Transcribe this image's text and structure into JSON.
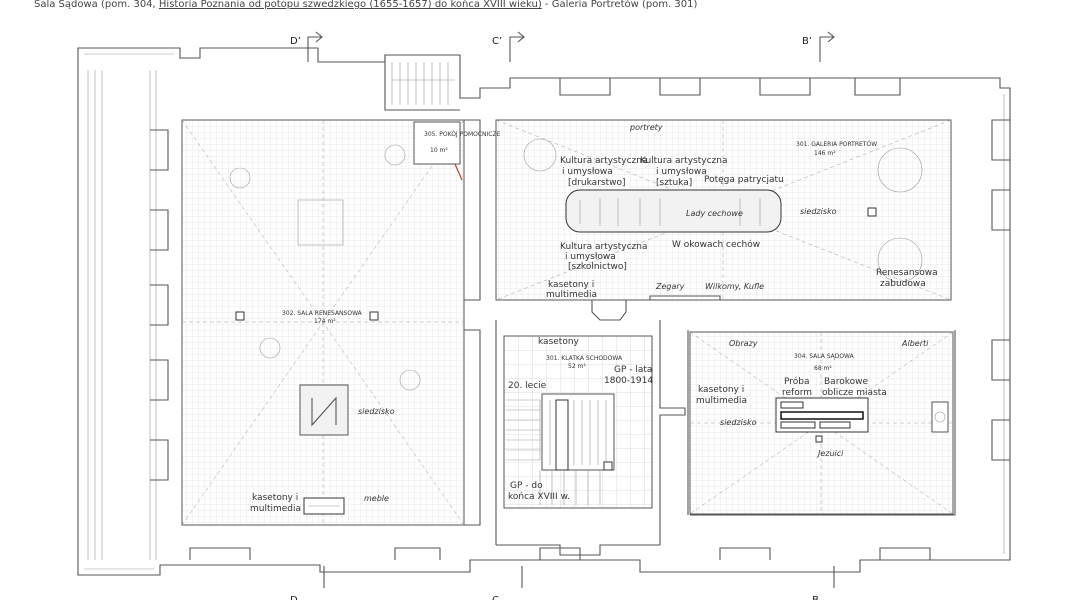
{
  "header": {
    "part1": "Sala Sądowa (pom. 304, ",
    "link": "Historia Poznania od potopu szwedzkiego (1655-1657) do końca XVIII wieku)",
    "part2": "  -  Galeria Portretów (pom. 301)"
  },
  "section_marks": {
    "top": [
      "D’",
      "C’",
      "B’"
    ],
    "bottom": [
      "D",
      "C",
      "B"
    ]
  },
  "rooms": {
    "room305": {
      "name": "305. POKÓJ POMOCNICZE",
      "area": "10 m²"
    },
    "room302": {
      "name": "302. SALA RENESANSOWA",
      "area": "174 m²",
      "seating": "siedzisko",
      "kasetony": [
        "kasetony i",
        "multimedia"
      ],
      "furniture": "meble"
    },
    "room301": {
      "name": "301. GALERIA PORTRETÓW",
      "area": "146 m²",
      "top_label": "portrety",
      "kultura_druk": [
        "Kultura artystyczna",
        "i umysłowa",
        "[drukarstwo]"
      ],
      "kultura_sztuka": [
        "Kultura artystyczna",
        "i umysłowa",
        "[sztuka]"
      ],
      "potega": "Potęga patrycjatu",
      "lady": "Lady cechowe",
      "seating": "siedzisko",
      "kultura_szkol": [
        "Kultura artystyczna",
        "i umysłowa",
        "[szkolnictwo]"
      ],
      "okowy": "W okowach cechów",
      "kasetony": [
        "kasetony i",
        "multimedia"
      ],
      "zegary": "Zegary",
      "wilkomy": "Wilkomy, Kufle",
      "renesans": [
        "Renesansowa",
        "zabudowa"
      ]
    },
    "stair": {
      "kasetony": "kasetony",
      "name": "301. KLATKA SCHODOWA",
      "area": "52 m²",
      "gp1": [
        "GP - lata",
        "1800-1914"
      ],
      "lecie": "20. lecie",
      "gp2": [
        "GP - do",
        "końca XVIII w."
      ]
    },
    "room304": {
      "name": "304. SALA SĄDOWA",
      "area": "68 m²",
      "obrazy": "Obrazy",
      "alberti": "Alberti",
      "kasetony": [
        "kasetony i",
        "multimedia"
      ],
      "proba": [
        "Próba",
        "reform"
      ],
      "barokowe": [
        "Barokowe",
        "oblicze miasta"
      ],
      "seating": "siedzisko",
      "jezuici": "Jezuici"
    }
  },
  "colors": {
    "wall": "#555555",
    "grid": "#9a9a9a",
    "accent_door": "#c0392b"
  }
}
